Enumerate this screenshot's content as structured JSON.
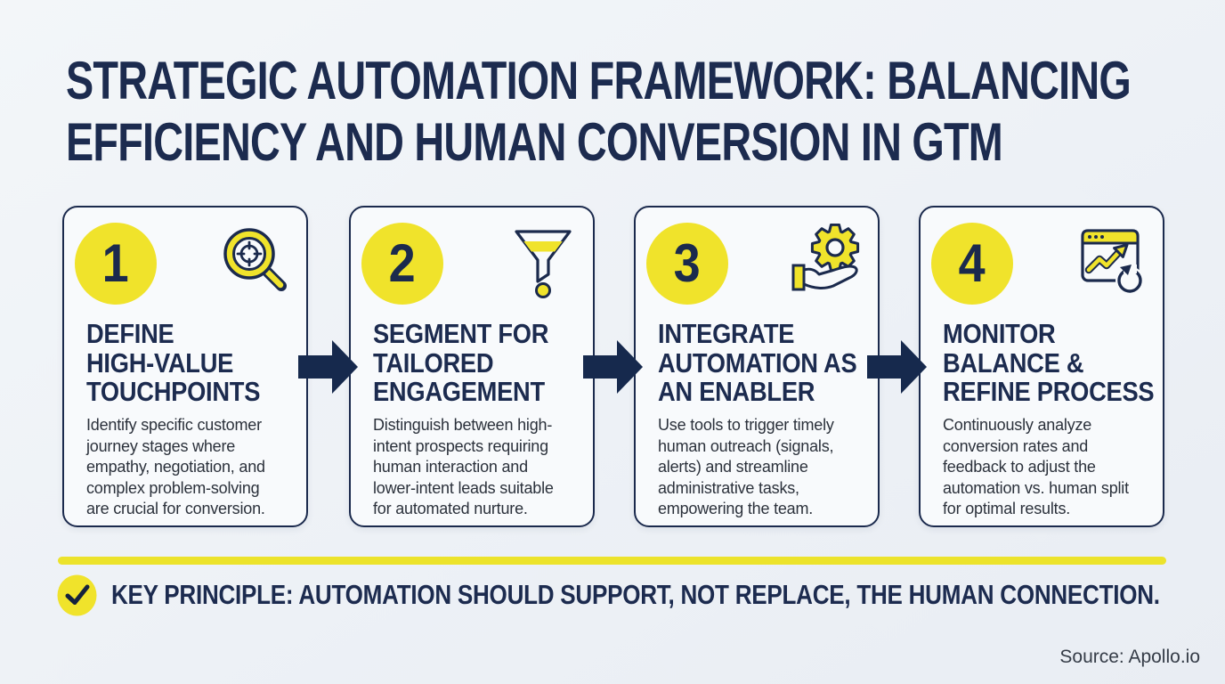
{
  "page": {
    "title": "STRATEGIC AUTOMATION FRAMEWORK: BALANCING\nEFFICIENCY AND HUMAN CONVERSION IN GTM",
    "source": "Source: Apollo.io"
  },
  "colors": {
    "navy": "#1b2a4d",
    "yellow": "#f0e32b",
    "background": "#edf1f6",
    "card_background": "#f8fafc",
    "body_text": "#2b313b"
  },
  "steps": [
    {
      "number": "1",
      "icon": "magnifier-target-icon",
      "title": "DEFINE\nHIGH-VALUE\nTOUCHPOINTS",
      "description": "Identify specific customer\njourney stages where\nempathy, negotiation, and\ncomplex problem-solving\nare crucial for conversion."
    },
    {
      "number": "2",
      "icon": "funnel-icon",
      "title": "SEGMENT FOR\nTAILORED\nENGAGEMENT",
      "description": "Distinguish between high-\nintent prospects requiring\nhuman interaction and\nlower-intent leads suitable\nfor automated nurture."
    },
    {
      "number": "3",
      "icon": "gear-hand-icon",
      "title": "INTEGRATE\nAUTOMATION AS\nAN ENABLER",
      "description": "Use tools to trigger timely\nhuman outreach (signals,\nalerts) and streamline\nadministrative tasks,\nempowering the team."
    },
    {
      "number": "4",
      "icon": "browser-growth-refresh-icon",
      "title": "MONITOR\nBALANCE &\nREFINE PROCESS",
      "description": "Continuously analyze\nconversion rates and\nfeedback to adjust the\nautomation vs. human split\nfor optimal results."
    }
  ],
  "key_principle": {
    "icon": "check-icon",
    "text": "KEY PRINCIPLE: AUTOMATION SHOULD SUPPORT, NOT REPLACE, THE HUMAN CONNECTION."
  }
}
